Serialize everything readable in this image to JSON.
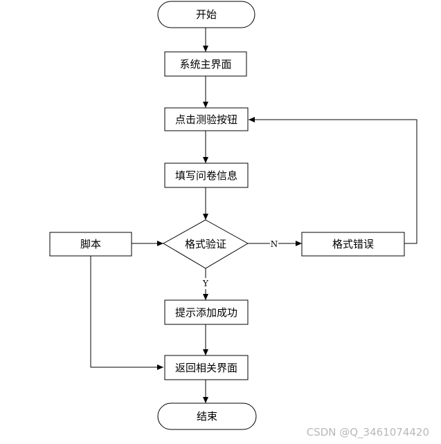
{
  "nodes": {
    "start": "开始",
    "main_ui": "系统主界面",
    "click_btn": "点击测验按钮",
    "fill_form": "填写问卷信息",
    "validate": "格式验证",
    "script": "脚本",
    "format_error": "格式错误",
    "success": "提示添加成功",
    "back": "返回相关界面",
    "end": "结束"
  },
  "edges": {
    "no": "N",
    "yes": "Y"
  },
  "watermark": "CSDN @Q_3461074420"
}
